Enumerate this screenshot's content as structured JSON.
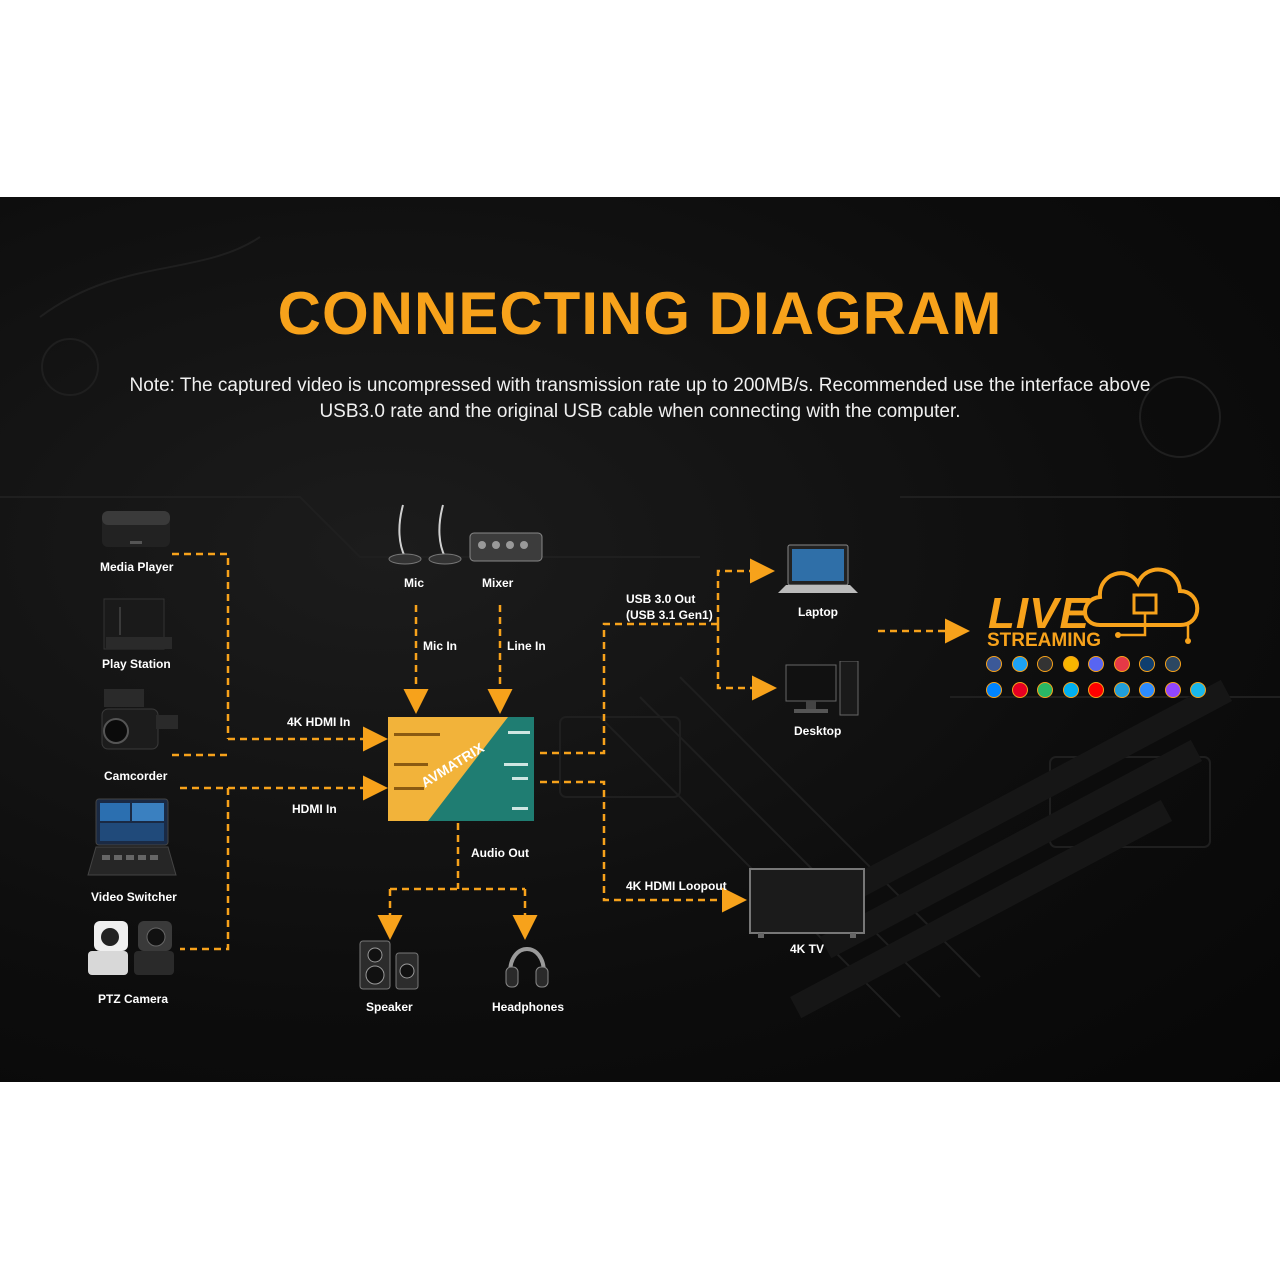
{
  "title": "CONNECTING DIAGRAM",
  "note": "Note: The captured video is uncompressed with transmission rate up to 200MB/s. Recommended use the interface above USB3.0 rate and the original USB cable when connecting with the computer.",
  "colors": {
    "accent": "#f7a21b",
    "background": "#0d0d0d",
    "box_yellow": "#f2b33a",
    "box_teal": "#1f7d72"
  },
  "sources": {
    "media_player": "Media Player",
    "play_station": "Play Station",
    "camcorder": "Camcorder",
    "video_switcher": "Video Switcher",
    "ptz_camera": "PTZ Camera"
  },
  "audio_in": {
    "mic": "Mic",
    "mixer": "Mixer",
    "mic_in": "Mic In",
    "line_in": "Line In"
  },
  "links": {
    "hdmi_4k_in": "4K HDMI In",
    "hdmi_in": "HDMI In",
    "audio_out": "Audio Out",
    "usb_out_1": "USB 3.0 Out",
    "usb_out_2": "(USB 3.1 Gen1)",
    "hdmi_loopout": "4K HDMI Loopout"
  },
  "outputs": {
    "laptop": "Laptop",
    "desktop": "Desktop",
    "tv": "4K TV",
    "speaker": "Speaker",
    "headphones": "Headphones"
  },
  "device": {
    "brand": "AVMATRIX"
  },
  "live": {
    "word1": "LIVE",
    "word2": "STREAMING"
  },
  "social_colors": [
    "#3b5998",
    "#1da1f2",
    "#333333",
    "#f7b500",
    "#5865f2",
    "#e63946",
    "#0f3e6e",
    "#2c4762",
    "#0084ff",
    "#e60023",
    "#29b866",
    "#00aff0",
    "#ff0000",
    "#229ed9",
    "#2d8cff",
    "#9146ff",
    "#1ab7ea"
  ]
}
